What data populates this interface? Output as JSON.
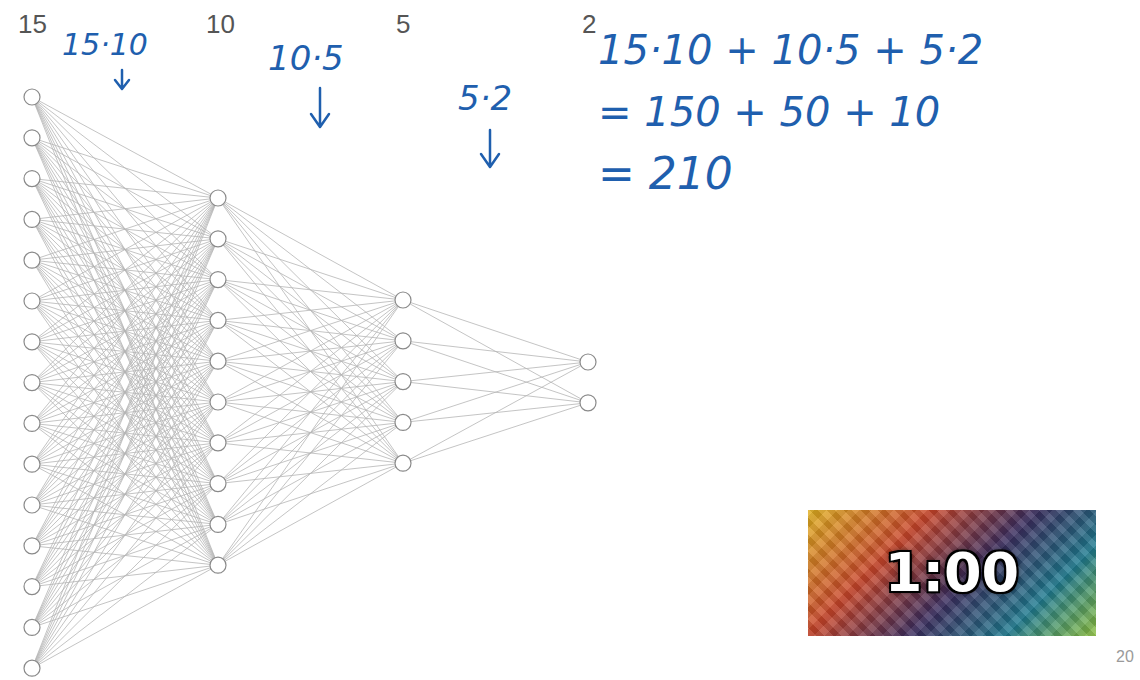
{
  "diagram": {
    "nodes": [
      {
        "text": [
          "1:00"
        ]
      }
    ],
    "labels": [
      "15",
      "10",
      "5",
      "2",
      "15·10",
      "10·5",
      "5·2",
      "15·10 + 10·5 + 5·2",
      "= 150 + 50 + 10",
      "= 210",
      "20"
    ]
  }
}
